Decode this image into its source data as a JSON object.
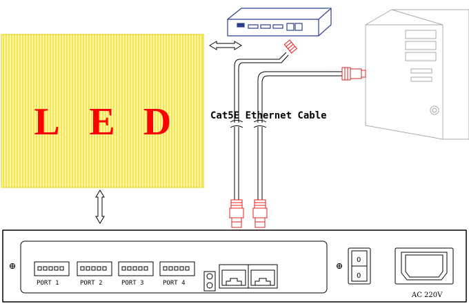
{
  "led_panel": {
    "letters": [
      "L",
      "E",
      "D"
    ],
    "panel_color": "#fff8a0",
    "stripe_color": "#e8d400",
    "text_color": "#ff0000"
  },
  "cable_label": "Cat5E Ethernet Cable",
  "controller": {
    "ports": [
      "PORT 1",
      "PORT 2",
      "PORT 3",
      "PORT 4"
    ],
    "power_label": "AC 220V",
    "switch_on_label": "0",
    "switch_off_label": "0"
  },
  "colors": {
    "line": "#000000",
    "connector": "#e02020",
    "sender_box": "#2a3e8c",
    "computer": "#b0b0b0"
  },
  "icons": [
    "double-arrow-horizontal-icon",
    "double-arrow-vertical-icon",
    "rj45-connector-icon",
    "computer-tower-icon",
    "sender-box-icon",
    "screw-icon",
    "power-socket-icon",
    "rocker-switch-icon"
  ]
}
